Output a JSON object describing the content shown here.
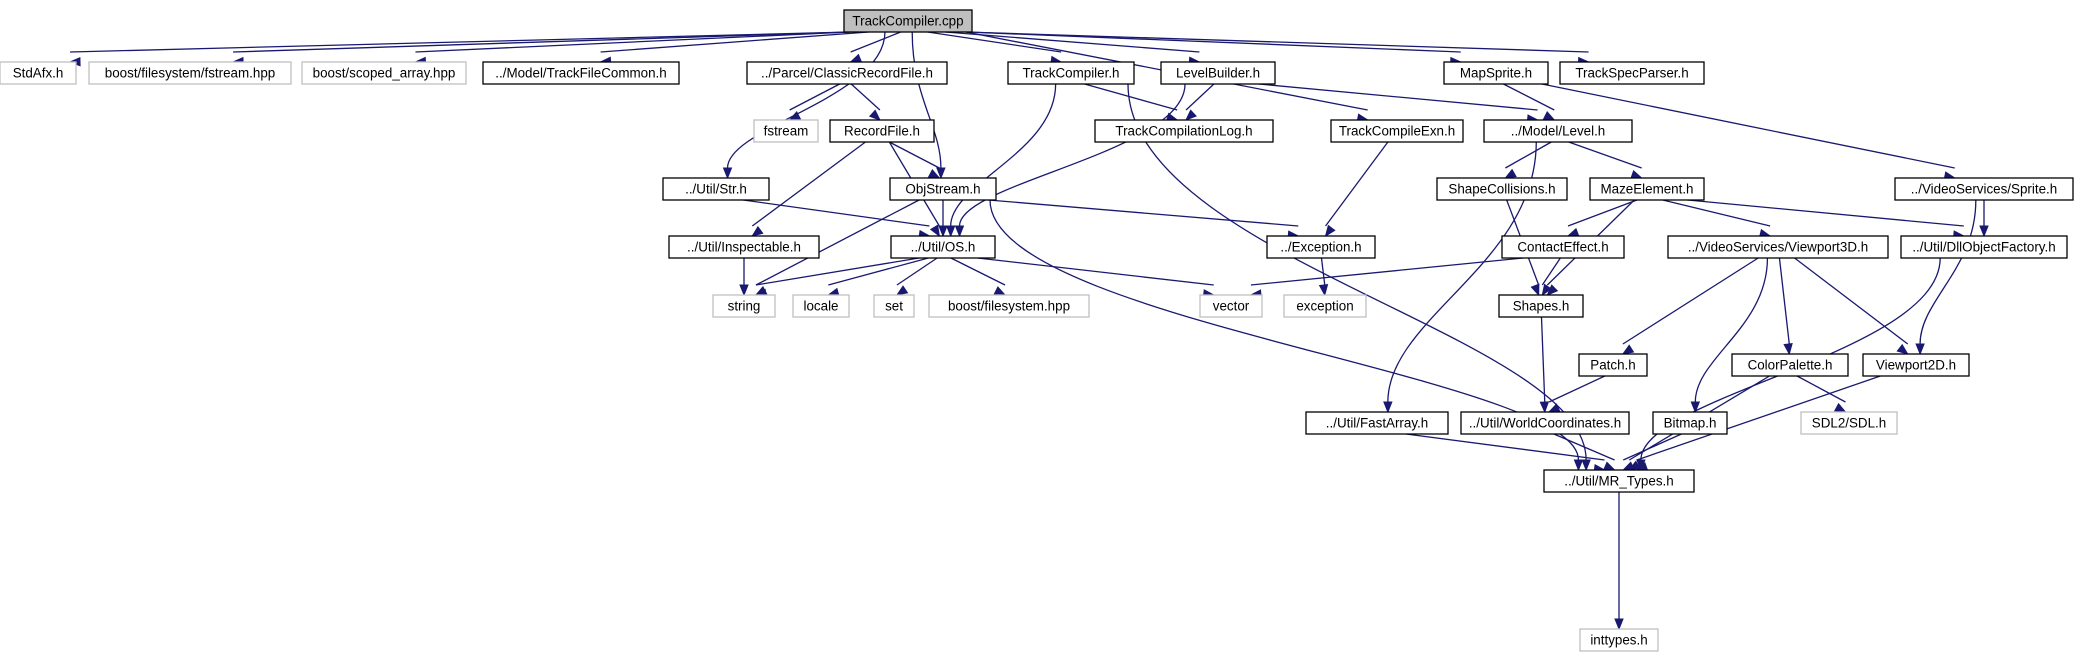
{
  "colors": {
    "edge": "#191970",
    "root_fill": "#bfbfbf",
    "external_border": "#bfbfbf"
  },
  "nodes": [
    {
      "id": "TrackCompiler_cpp",
      "label": "TrackCompiler.cpp",
      "kind": "root"
    },
    {
      "id": "StdAfx_h",
      "label": "StdAfx.h",
      "kind": "external"
    },
    {
      "id": "boost_fstream",
      "label": "boost/filesystem/fstream.hpp",
      "kind": "external"
    },
    {
      "id": "boost_scoped_array",
      "label": "boost/scoped_array.hpp",
      "kind": "external"
    },
    {
      "id": "TrackFileCommon_h",
      "label": "../Model/TrackFileCommon.h",
      "kind": "normal"
    },
    {
      "id": "ClassicRecordFile_h",
      "label": "../Parcel/ClassicRecordFile.h",
      "kind": "normal"
    },
    {
      "id": "TrackCompiler_h",
      "label": "TrackCompiler.h",
      "kind": "normal"
    },
    {
      "id": "LevelBuilder_h",
      "label": "LevelBuilder.h",
      "kind": "normal"
    },
    {
      "id": "MapSprite_h",
      "label": "MapSprite.h",
      "kind": "normal"
    },
    {
      "id": "TrackSpecParser_h",
      "label": "TrackSpecParser.h",
      "kind": "normal"
    },
    {
      "id": "fstream",
      "label": "fstream",
      "kind": "external"
    },
    {
      "id": "RecordFile_h",
      "label": "RecordFile.h",
      "kind": "normal"
    },
    {
      "id": "TrackCompilationLog_h",
      "label": "TrackCompilationLog.h",
      "kind": "normal"
    },
    {
      "id": "TrackCompileExn_h",
      "label": "TrackCompileExn.h",
      "kind": "normal"
    },
    {
      "id": "Level_h",
      "label": "../Model/Level.h",
      "kind": "normal"
    },
    {
      "id": "Str_h",
      "label": "../Util/Str.h",
      "kind": "normal"
    },
    {
      "id": "ObjStream_h",
      "label": "ObjStream.h",
      "kind": "normal"
    },
    {
      "id": "ShapeCollisions_h",
      "label": "ShapeCollisions.h",
      "kind": "normal"
    },
    {
      "id": "MazeElement_h",
      "label": "MazeElement.h",
      "kind": "normal"
    },
    {
      "id": "Sprite_h",
      "label": "../VideoServices/Sprite.h",
      "kind": "normal"
    },
    {
      "id": "Inspectable_h",
      "label": "../Util/Inspectable.h",
      "kind": "normal"
    },
    {
      "id": "OS_h",
      "label": "../Util/OS.h",
      "kind": "normal"
    },
    {
      "id": "Exception_h",
      "label": "../Exception.h",
      "kind": "normal"
    },
    {
      "id": "ContactEffect_h",
      "label": "ContactEffect.h",
      "kind": "normal"
    },
    {
      "id": "Viewport3D_h",
      "label": "../VideoServices/Viewport3D.h",
      "kind": "normal"
    },
    {
      "id": "DllObjectFactory_h",
      "label": "../Util/DllObjectFactory.h",
      "kind": "normal"
    },
    {
      "id": "string",
      "label": "string",
      "kind": "external"
    },
    {
      "id": "locale",
      "label": "locale",
      "kind": "external"
    },
    {
      "id": "set",
      "label": "set",
      "kind": "external"
    },
    {
      "id": "boost_filesystem",
      "label": "boost/filesystem.hpp",
      "kind": "external"
    },
    {
      "id": "vector",
      "label": "vector",
      "kind": "external"
    },
    {
      "id": "exception",
      "label": "exception",
      "kind": "external"
    },
    {
      "id": "Shapes_h",
      "label": "Shapes.h",
      "kind": "normal"
    },
    {
      "id": "Patch_h",
      "label": "Patch.h",
      "kind": "normal"
    },
    {
      "id": "ColorPalette_h",
      "label": "ColorPalette.h",
      "kind": "normal"
    },
    {
      "id": "Viewport2D_h",
      "label": "Viewport2D.h",
      "kind": "normal"
    },
    {
      "id": "FastArray_h",
      "label": "../Util/FastArray.h",
      "kind": "normal"
    },
    {
      "id": "WorldCoordinates_h",
      "label": "../Util/WorldCoordinates.h",
      "kind": "normal"
    },
    {
      "id": "Bitmap_h",
      "label": "Bitmap.h",
      "kind": "normal"
    },
    {
      "id": "SDL_h",
      "label": "SDL2/SDL.h",
      "kind": "external"
    },
    {
      "id": "MR_Types_h",
      "label": "../Util/MR_Types.h",
      "kind": "normal"
    },
    {
      "id": "inttypes_h",
      "label": "inttypes.h",
      "kind": "external"
    }
  ],
  "edges": [
    [
      "TrackCompiler_cpp",
      "StdAfx_h"
    ],
    [
      "TrackCompiler_cpp",
      "boost_fstream"
    ],
    [
      "TrackCompiler_cpp",
      "boost_scoped_array"
    ],
    [
      "TrackCompiler_cpp",
      "TrackFileCommon_h"
    ],
    [
      "TrackCompiler_cpp",
      "ClassicRecordFile_h"
    ],
    [
      "TrackCompiler_cpp",
      "TrackCompiler_h"
    ],
    [
      "TrackCompiler_cpp",
      "LevelBuilder_h"
    ],
    [
      "TrackCompiler_cpp",
      "MapSprite_h"
    ],
    [
      "TrackCompiler_cpp",
      "TrackSpecParser_h"
    ],
    [
      "TrackCompiler_cpp",
      "Str_h"
    ],
    [
      "TrackCompiler_cpp",
      "ObjStream_h"
    ],
    [
      "TrackCompiler_cpp",
      "TrackCompileExn_h"
    ],
    [
      "ClassicRecordFile_h",
      "fstream"
    ],
    [
      "ClassicRecordFile_h",
      "RecordFile_h"
    ],
    [
      "RecordFile_h",
      "ObjStream_h"
    ],
    [
      "RecordFile_h",
      "OS_h"
    ],
    [
      "RecordFile_h",
      "Inspectable_h"
    ],
    [
      "TrackCompiler_h",
      "TrackCompilationLog_h"
    ],
    [
      "TrackCompiler_h",
      "OS_h"
    ],
    [
      "TrackCompiler_h",
      "MR_Types_h"
    ],
    [
      "LevelBuilder_h",
      "TrackCompilationLog_h"
    ],
    [
      "LevelBuilder_h",
      "Level_h"
    ],
    [
      "LevelBuilder_h",
      "OS_h"
    ],
    [
      "MapSprite_h",
      "Level_h"
    ],
    [
      "MapSprite_h",
      "Sprite_h"
    ],
    [
      "TrackCompileExn_h",
      "Exception_h"
    ],
    [
      "Level_h",
      "ShapeCollisions_h"
    ],
    [
      "Level_h",
      "MazeElement_h"
    ],
    [
      "Level_h",
      "FastArray_h"
    ],
    [
      "Str_h",
      "OS_h"
    ],
    [
      "ObjStream_h",
      "OS_h"
    ],
    [
      "ObjStream_h",
      "string"
    ],
    [
      "ObjStream_h",
      "Exception_h"
    ],
    [
      "ObjStream_h",
      "MR_Types_h"
    ],
    [
      "Inspectable_h",
      "string"
    ],
    [
      "OS_h",
      "string"
    ],
    [
      "OS_h",
      "locale"
    ],
    [
      "OS_h",
      "set"
    ],
    [
      "OS_h",
      "boost_filesystem"
    ],
    [
      "OS_h",
      "vector"
    ],
    [
      "Exception_h",
      "exception"
    ],
    [
      "ShapeCollisions_h",
      "Shapes_h"
    ],
    [
      "MazeElement_h",
      "ContactEffect_h"
    ],
    [
      "MazeElement_h",
      "Shapes_h"
    ],
    [
      "MazeElement_h",
      "Viewport3D_h"
    ],
    [
      "MazeElement_h",
      "DllObjectFactory_h"
    ],
    [
      "Sprite_h",
      "DllObjectFactory_h"
    ],
    [
      "Sprite_h",
      "Viewport2D_h"
    ],
    [
      "ContactEffect_h",
      "vector"
    ],
    [
      "ContactEffect_h",
      "Shapes_h"
    ],
    [
      "Viewport3D_h",
      "Patch_h"
    ],
    [
      "Viewport3D_h",
      "ColorPalette_h"
    ],
    [
      "Viewport3D_h",
      "Viewport2D_h"
    ],
    [
      "Viewport3D_h",
      "Bitmap_h"
    ],
    [
      "DllObjectFactory_h",
      "MR_Types_h"
    ],
    [
      "Shapes_h",
      "WorldCoordinates_h"
    ],
    [
      "Patch_h",
      "WorldCoordinates_h"
    ],
    [
      "ColorPalette_h",
      "SDL_h"
    ],
    [
      "ColorPalette_h",
      "MR_Types_h"
    ],
    [
      "Viewport2D_h",
      "MR_Types_h"
    ],
    [
      "FastArray_h",
      "MR_Types_h"
    ],
    [
      "WorldCoordinates_h",
      "MR_Types_h"
    ],
    [
      "Bitmap_h",
      "MR_Types_h"
    ],
    [
      "MR_Types_h",
      "inttypes_h"
    ]
  ]
}
